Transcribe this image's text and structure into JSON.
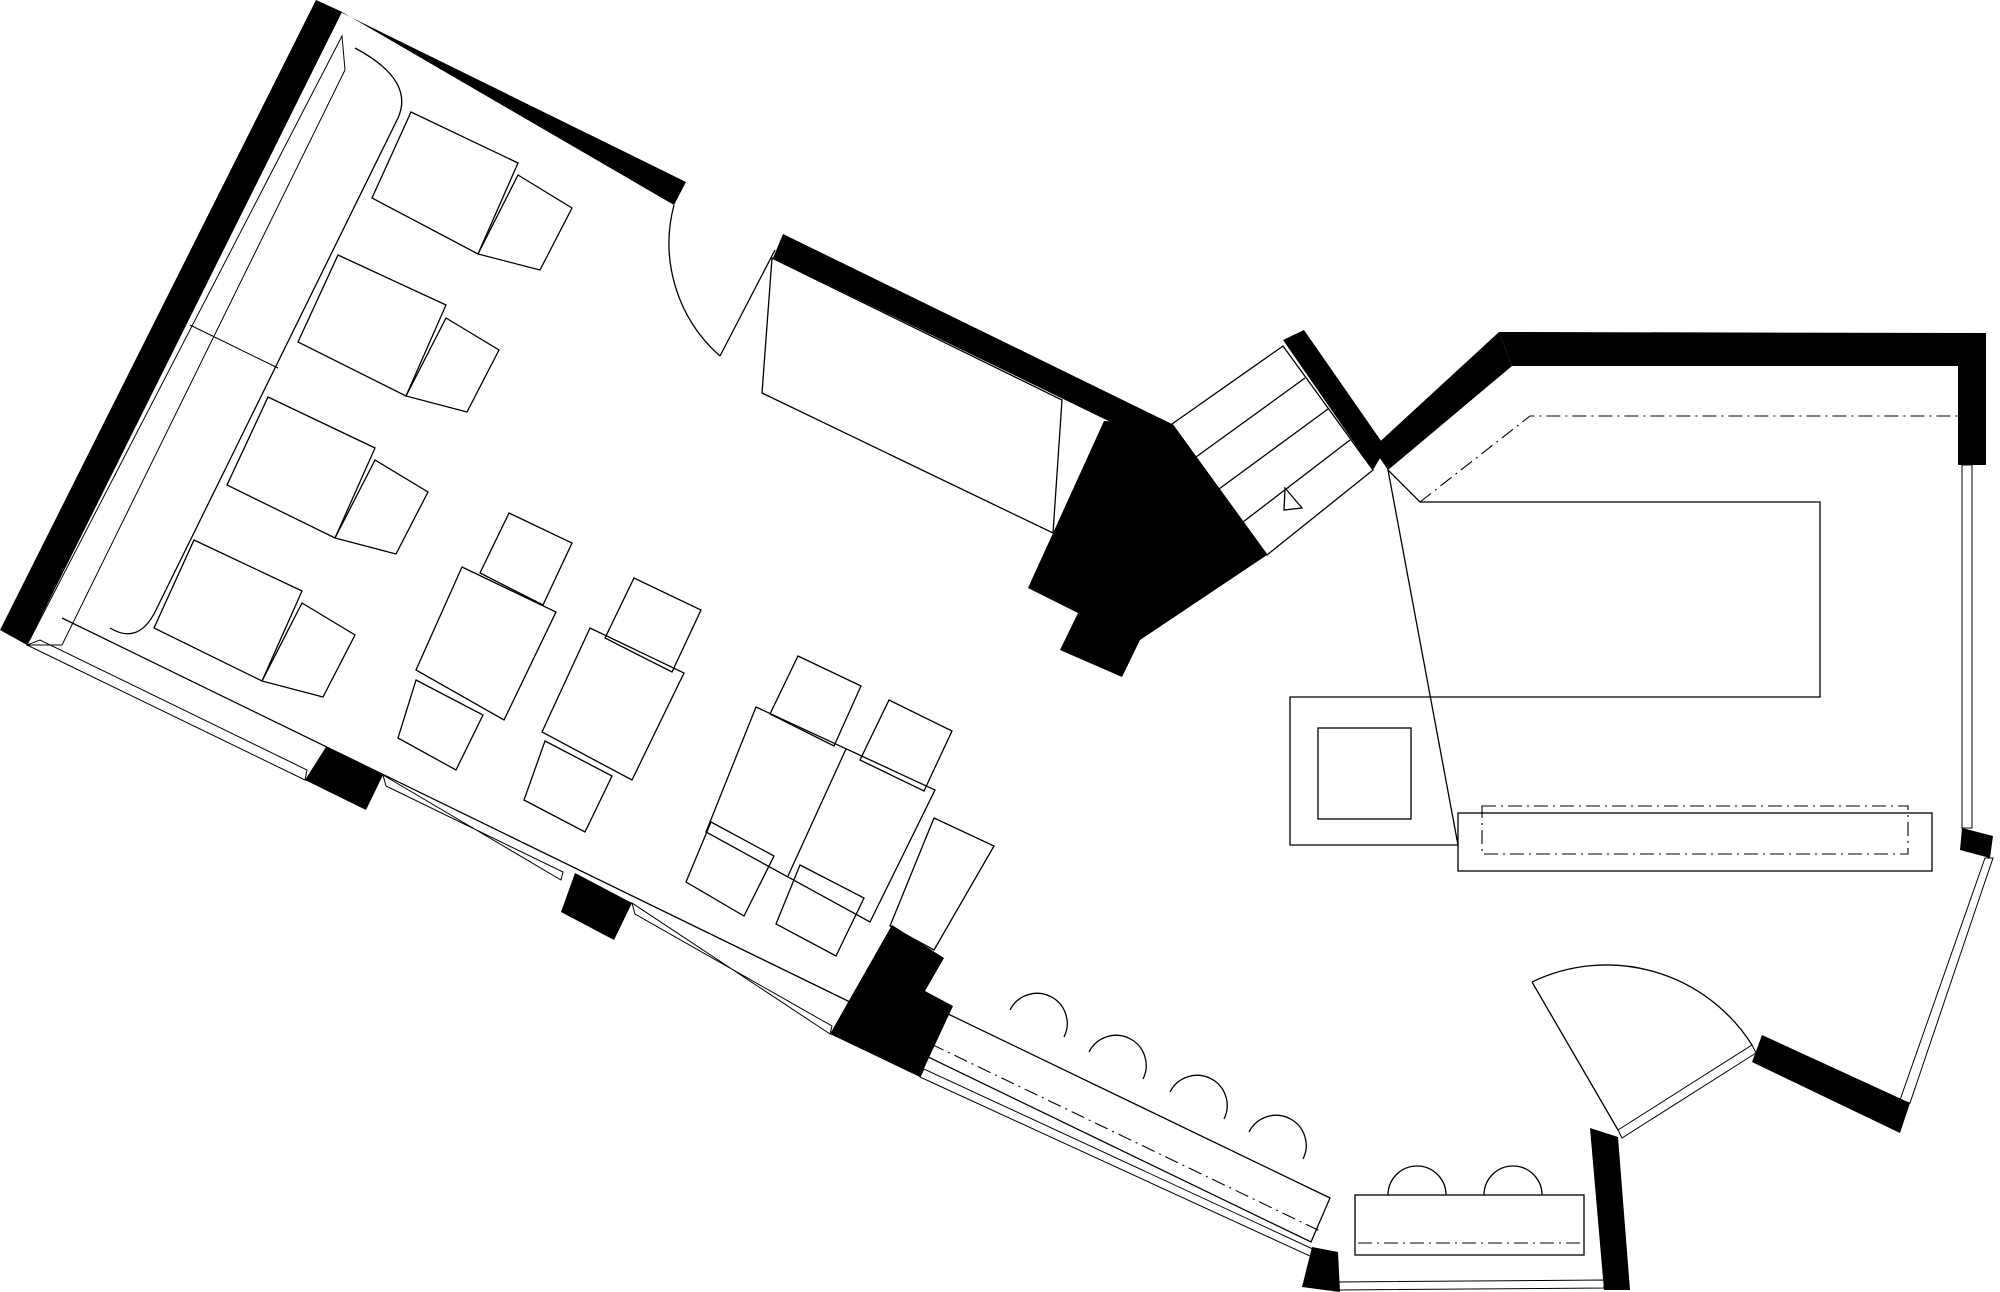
{
  "colors": {
    "wall": "#000000",
    "line": "#000000",
    "background": "#ffffff"
  },
  "plan": {
    "lounge_tables": 4,
    "two_top_tables": 2,
    "four_top_tables": 1,
    "bar_stools": 4,
    "counter_stools": 2,
    "doors": 2,
    "stair_steps": 4
  }
}
